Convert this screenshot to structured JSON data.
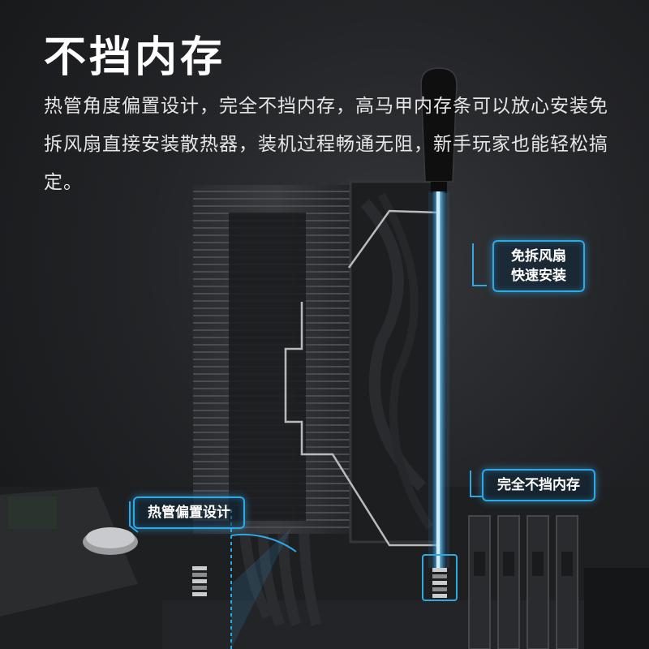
{
  "heading": "不挡内存",
  "description": "热管角度偏置设计，完全不挡内存，高马甲内存条可以放心安装免拆风扇直接安装散热器，装机过程畅通无阻，新手玩家也能轻松搞定。",
  "callouts": {
    "fan_line1": "免拆风扇",
    "fan_line2": "快速安装",
    "memory": "完全不挡内存",
    "heatpipe": "热管偏置设计"
  },
  "colors": {
    "accent": "#2fa8e6",
    "background": "#1b1c1e"
  }
}
